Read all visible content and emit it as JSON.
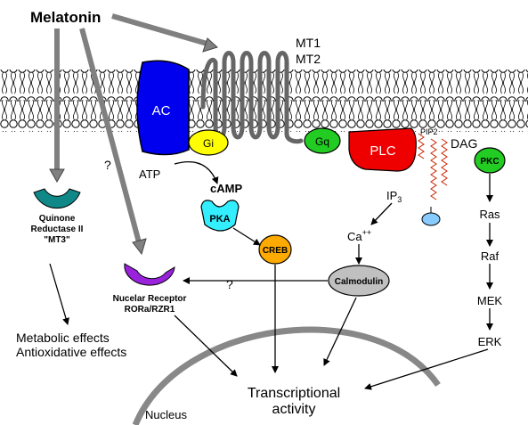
{
  "title": "Melatonin",
  "labels": {
    "receptor_line1": "MT1",
    "receptor_line2": "MT2",
    "ac": "AC",
    "gi": "Gi",
    "gq": "Gq",
    "plc": "PLC",
    "pip2": "PIP2",
    "dag": "DAG",
    "pkc": "PKC",
    "atp": "ATP",
    "camp": "cAMP",
    "pka": "PKA",
    "creb": "CREB",
    "ip3": "IP",
    "ip3_sub": "3",
    "ca": "Ca",
    "ca_sup": "++",
    "calmodulin": "Calmodulin",
    "ras": "Ras",
    "raf": "Raf",
    "mek": "MEK",
    "erk": "ERK",
    "quinone_line1": "Quinone",
    "quinone_line2": "Reductase II",
    "quinone_line3": "\"MT3\"",
    "nuclear_line1": "Nucelar Receptor",
    "nuclear_line2": "RORa/RZR1",
    "metabolic_line1": "Metabolic effects",
    "metabolic_line2": "Antioxidative effects",
    "transcription_line1": "Transcriptional",
    "transcription_line2": "activity",
    "nucleus": "Nucleus",
    "question1": "?",
    "question2": "?"
  },
  "colors": {
    "ac": "#0000ee",
    "gi": "#ffff00",
    "gq": "#22cc22",
    "plc": "#ee0000",
    "pkc": "#22cc22",
    "pka": "#33eeff",
    "creb": "#ffaa00",
    "calmodulin": "#c0c0c0",
    "quinone": "#118888",
    "nuclear_receptor": "#9922dd",
    "ip3_ball": "#88ccff",
    "pip2_chain": "#cc2200",
    "arrow_gray": "#808080"
  }
}
